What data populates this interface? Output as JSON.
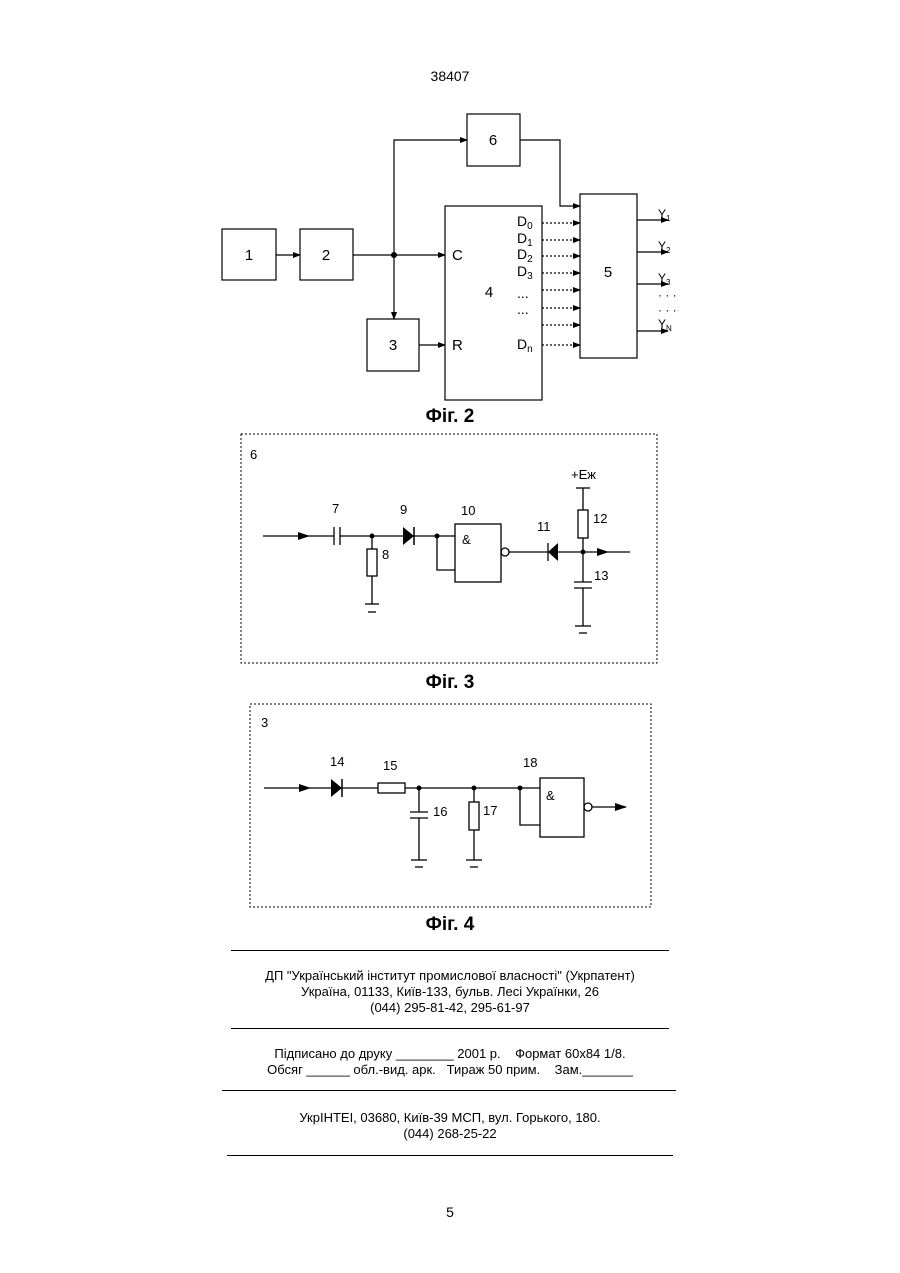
{
  "page_number_top": "38407",
  "page_number_bottom": "5",
  "fig2": {
    "caption": "Фіг. 2",
    "blocks": {
      "b1": "1",
      "b2": "2",
      "b3": "3",
      "b4": "4",
      "b5": "5",
      "b6": "6"
    },
    "inputs": {
      "c": "C",
      "r": "R"
    },
    "d_outputs": [
      {
        "base": "D",
        "sub": "0"
      },
      {
        "base": "D",
        "sub": "1"
      },
      {
        "base": "D",
        "sub": "2"
      },
      {
        "base": "D",
        "sub": "3"
      },
      {
        "base": "...",
        "sub": ""
      },
      {
        "base": "...",
        "sub": ""
      },
      {
        "base": "D",
        "sub": "n"
      }
    ],
    "y_outputs": [
      {
        "base": "Y",
        "sub": "1"
      },
      {
        "base": "Y",
        "sub": "2"
      },
      {
        "base": "Y",
        "sub": "3"
      },
      {
        "base": "· · ·",
        "sub": ""
      },
      {
        "base": "· · ·",
        "sub": ""
      },
      {
        "base": "Y",
        "sub": "N"
      }
    ]
  },
  "fig3": {
    "caption": "Фіг. 3",
    "frame_label": "6",
    "labels": {
      "c7": "7",
      "r8": "8",
      "d9": "9",
      "g10": "10",
      "d11": "11",
      "r12": "12",
      "c13": "13",
      "supply": "+Еж",
      "and": "&"
    }
  },
  "fig4": {
    "caption": "Фіг. 4",
    "frame_label": "3",
    "labels": {
      "d14": "14",
      "r15": "15",
      "c16": "16",
      "r17": "17",
      "g18": "18",
      "and": "&"
    }
  },
  "imprint": {
    "org_line1": "ДП \"Український інститут промислової власності\" (Укрпатент)",
    "org_line2": "Україна, 01133, Київ-133, бульв. Лесі Українки, 26",
    "org_line3": "(044) 295-81-42, 295-61-97",
    "print_line1": "Підписано до друку ________ 2001 р.    Формат 60х84 1/8.",
    "print_line2": "Обсяг ______ обл.-вид. арк.   Тираж 50 прим.    Зам._______",
    "press_line1": "УкрІНТЕІ, 03680, Київ-39 МСП, вул. Горького, 180.",
    "press_line2": "(044) 268-25-22"
  }
}
